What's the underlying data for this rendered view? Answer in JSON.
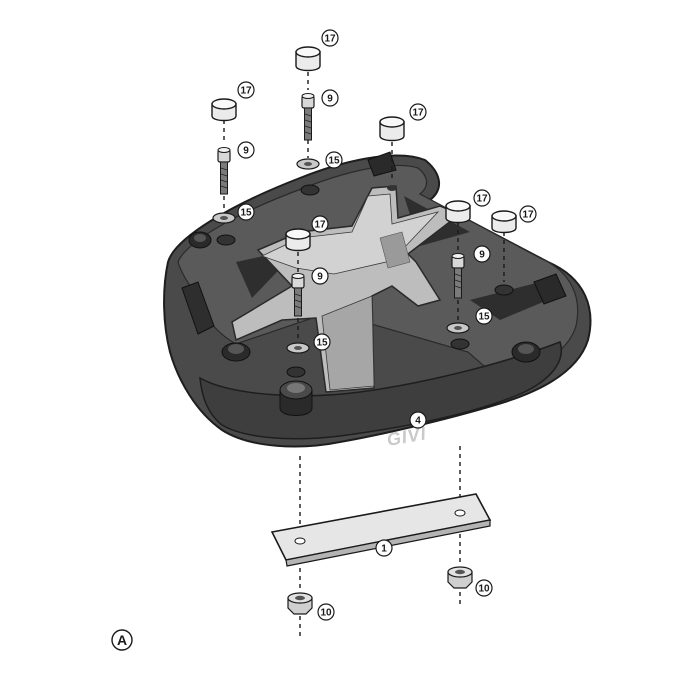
{
  "diagram": {
    "view_label": "A",
    "brand_text": "GIVI",
    "callouts": {
      "bushing": "17",
      "screw": "9",
      "washer": "15",
      "base_plate": "4",
      "backing_plate": "1",
      "nut": "10"
    }
  }
}
